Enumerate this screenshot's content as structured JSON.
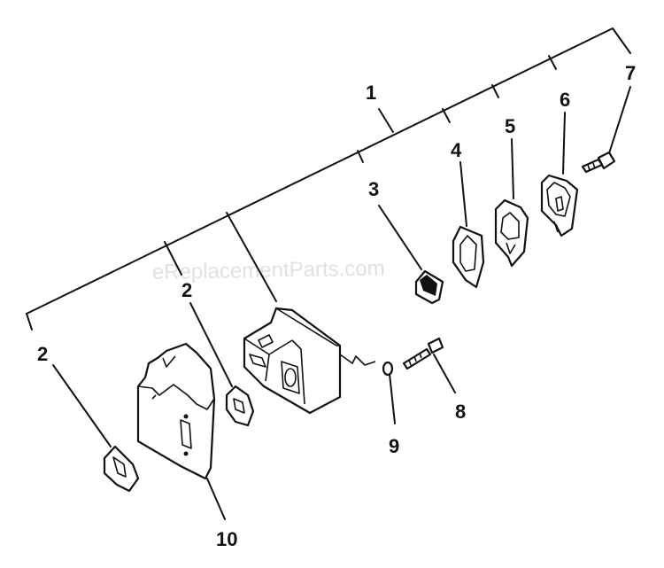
{
  "watermark": "eReplacementParts.com",
  "callouts": {
    "c1": "1",
    "c2a": "2",
    "c2b": "2",
    "c3": "3",
    "c4": "4",
    "c5": "5",
    "c6": "6",
    "c7": "7",
    "c8": "8",
    "c9": "9",
    "c10": "10"
  }
}
